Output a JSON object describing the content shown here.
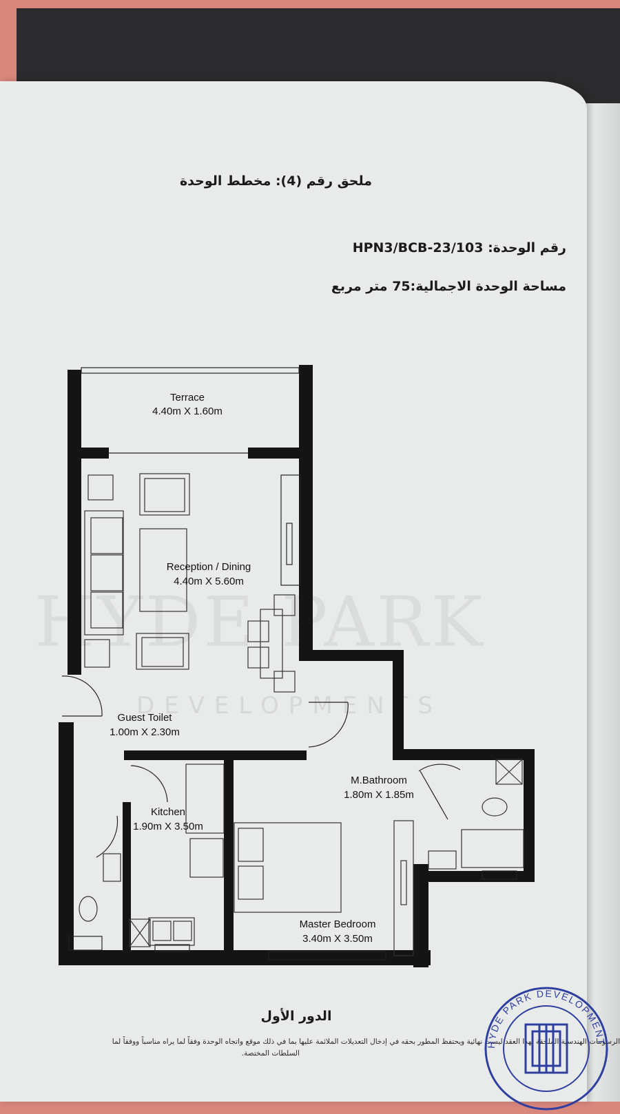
{
  "header": {
    "title": "ملحق رقم (4): مخطط الوحدة",
    "unit_number_label": "رقم الوحدة:",
    "unit_number_value": "HPN3/BCB-23/103",
    "area_label": "مساحة الوحدة الاجمالية:",
    "area_value": "75",
    "area_unit": "متر مربع"
  },
  "rooms": {
    "terrace": {
      "name": "Terrace",
      "size": "4.40m X 1.60m"
    },
    "reception": {
      "name": "Reception / Dining",
      "size": "4.40m X 5.60m"
    },
    "guest_toilet": {
      "name": "Guest Toilet",
      "size": "1.00m X 2.30m"
    },
    "kitchen": {
      "name": "Kitchen",
      "size": "1.90m X 3.50m"
    },
    "bathroom": {
      "name": "M.Bathroom",
      "size": "1.80m X 1.85m"
    },
    "bedroom": {
      "name": "Master Bedroom",
      "size": "3.40m X 3.50m"
    }
  },
  "watermark": {
    "brand": "HYDE PARK",
    "sub": "DEVELOPMENTS"
  },
  "floor_label": "الدور الأول",
  "footer": {
    "note_line1": "الرسومات الهندسية الملحقة بهذا العقد ليست نهائية ويحتفظ المطور بحقه في إدخال التعديلات الملائمة عليها بما في ذلك موقع واتجاه الوحدة وفقاً لما يراه مناسباً ووفقاً لما",
    "note_line2": "السلطات المختصة."
  },
  "stamp_text": "HYDE PARK DEVELOPMENTS",
  "colors": {
    "wall": "#141414",
    "paper": "#e9ebea",
    "background": "#d9877c"
  }
}
